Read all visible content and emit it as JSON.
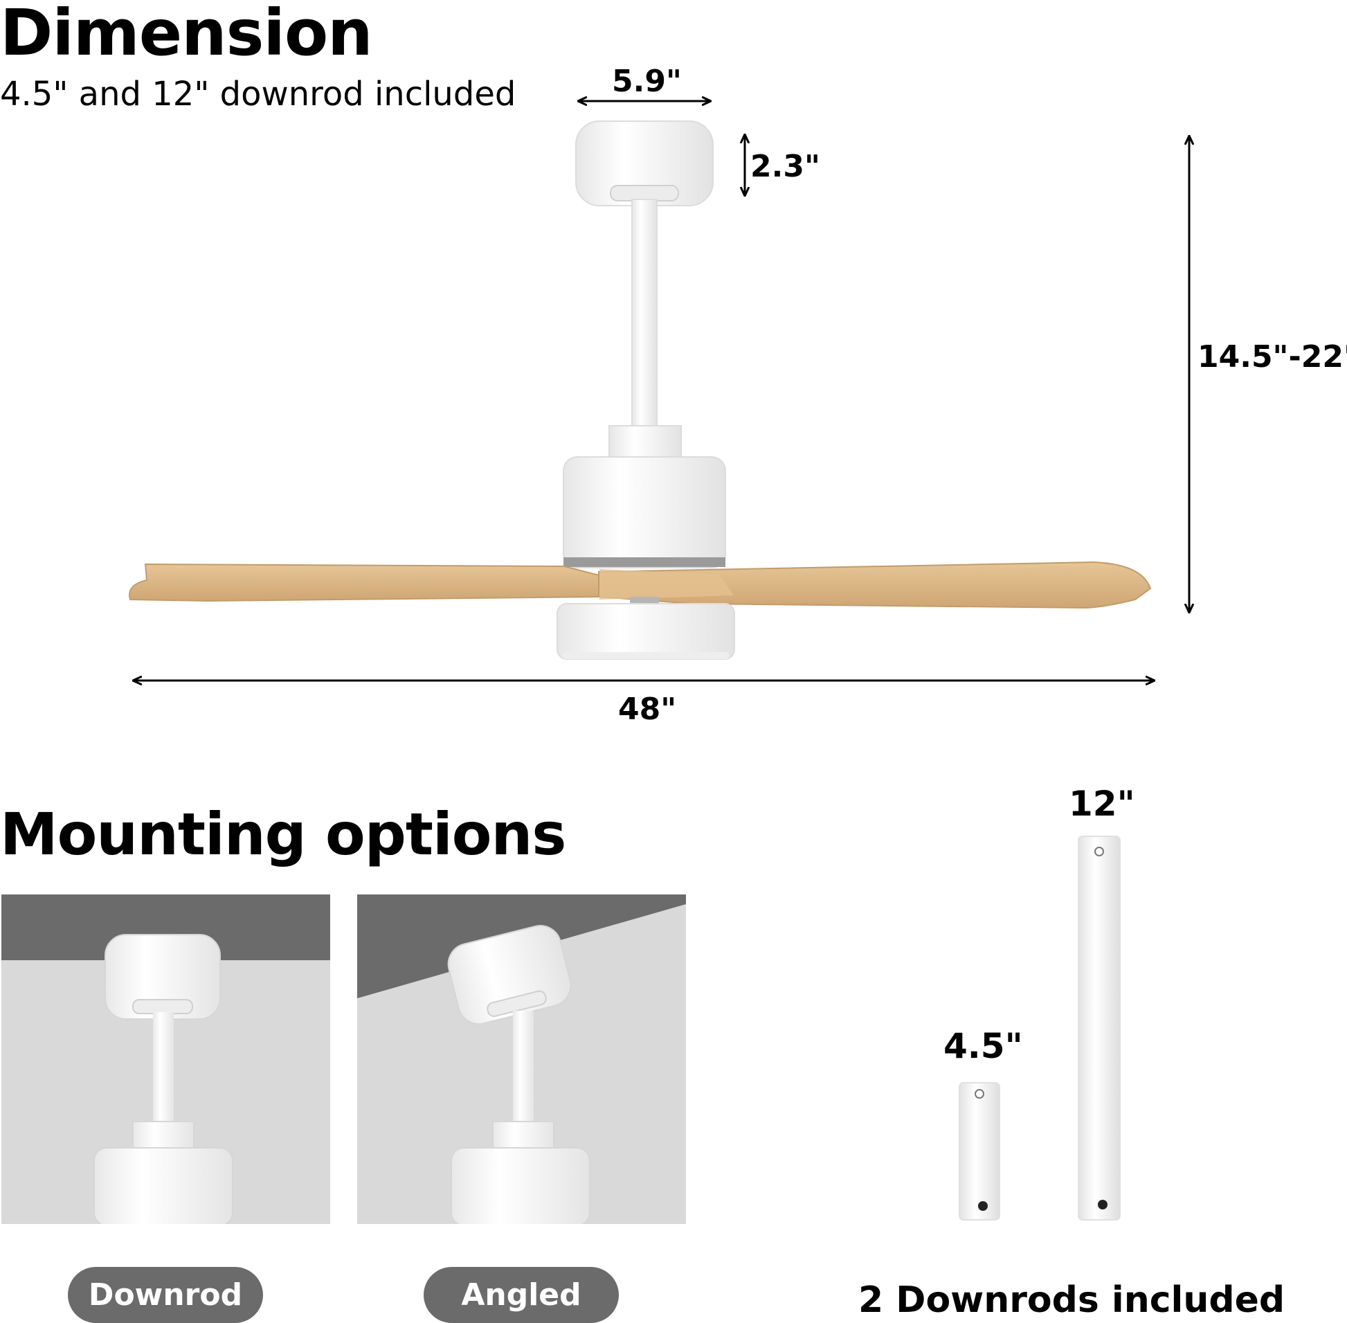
{
  "dimension": {
    "title": "Dimension",
    "subtitle": "4.5\" and 12\" downrod included",
    "canopy_width": "5.9\"",
    "canopy_height": "2.3\"",
    "total_height": "14.5\"-22\"",
    "blade_span": "48\""
  },
  "mounting": {
    "title": "Mounting options",
    "options": [
      {
        "label": "Downrod"
      },
      {
        "label": "Angled"
      }
    ]
  },
  "downrods": {
    "short_length": "4.5\"",
    "long_length": "12\"",
    "caption": "2 Downrods included"
  },
  "colors": {
    "fixture_white": "#f4f4f4",
    "wood": "#dcb98a",
    "ceiling_gray": "#6b6b6b",
    "wall_gray": "#d9d9d9",
    "pill_gray": "#6b6b6b"
  }
}
